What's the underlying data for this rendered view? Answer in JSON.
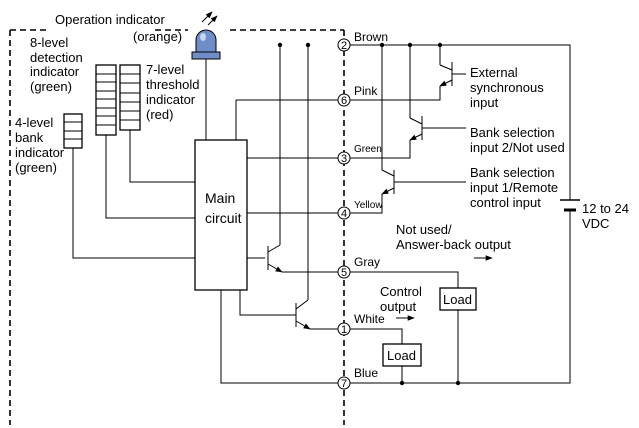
{
  "indicators": {
    "operation": {
      "line1": "Operation indicator",
      "line2": "(orange)"
    },
    "detection": {
      "line1": "8-level",
      "line2": "detection",
      "line3": "indicator",
      "line4": "(green)"
    },
    "threshold": {
      "line1": "7-level",
      "line2": "threshold",
      "line3": "indicator",
      "line4": "(red)"
    },
    "bank": {
      "line1": "4-level",
      "line2": "bank",
      "line3": "indicator",
      "line4": "(green)"
    }
  },
  "main_circuit": {
    "line1": "Main",
    "line2": "circuit"
  },
  "wires": [
    {
      "number": "2",
      "color_label": "Brown"
    },
    {
      "number": "6",
      "color_label": "Pink"
    },
    {
      "number": "3",
      "color_label": "Green"
    },
    {
      "number": "4",
      "color_label": "Yellow"
    },
    {
      "number": "5",
      "color_label": "Gray"
    },
    {
      "number": "1",
      "color_label": "White"
    },
    {
      "number": "7",
      "color_label": "Blue"
    }
  ],
  "inputs": {
    "external_sync": {
      "line1": "External",
      "line2": "synchronous",
      "line3": "input"
    },
    "bank2": {
      "line1": "Bank selection",
      "line2": "input 2/Not used"
    },
    "bank1": {
      "line1": "Bank selection",
      "line2": "input 1/Remote",
      "line3": "control input"
    }
  },
  "outputs": {
    "answer_back": {
      "line1": "Not used/",
      "line2": "Answer-back output"
    },
    "control": {
      "line1": "Control",
      "line2": "output"
    },
    "load_label": "Load"
  },
  "supply": {
    "line1": "12 to 24",
    "line2": "VDC"
  }
}
